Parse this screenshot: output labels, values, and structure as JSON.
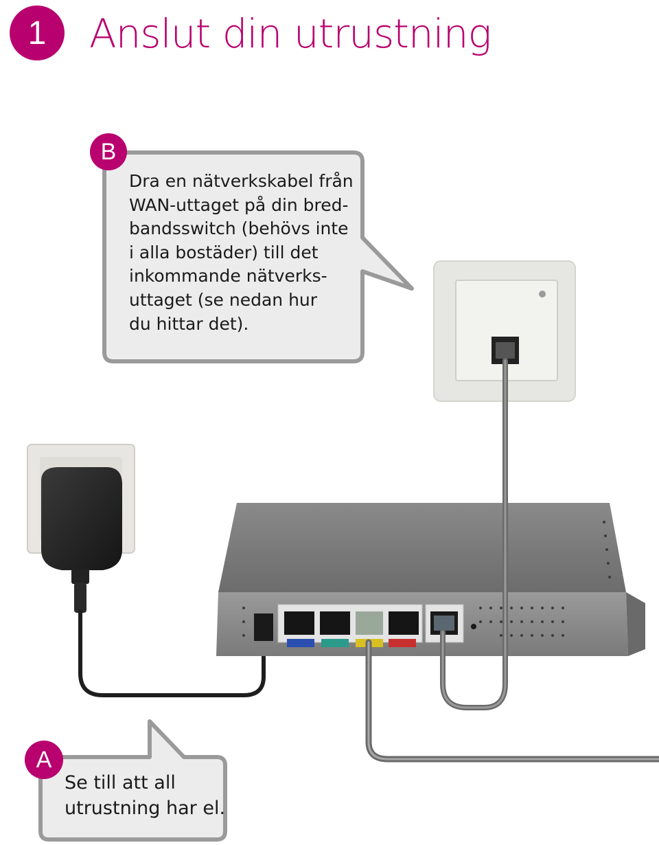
{
  "header": {
    "step_number": "1",
    "title": "Anslut din utrustning"
  },
  "callout_b": {
    "badge": "B",
    "lines": [
      "Dra en nätverkskabel från",
      "WAN-uttaget på din bred-",
      "bandsswitch (behövs inte",
      "i alla bostäder) till det",
      "inkommande nätverks-",
      "uttaget (se nedan hur",
      "du hittar det)."
    ]
  },
  "callout_a": {
    "badge": "A",
    "lines": [
      "Se till att all",
      "utrustning har el."
    ]
  },
  "colors": {
    "accent": "#b8006e",
    "bubble_border": "#9a9a9a",
    "bubble_fill": "#ececec"
  },
  "icons": [
    "wall-network-outlet",
    "power-outlet",
    "power-adapter",
    "broadband-switch",
    "network-cable",
    "power-cable"
  ]
}
